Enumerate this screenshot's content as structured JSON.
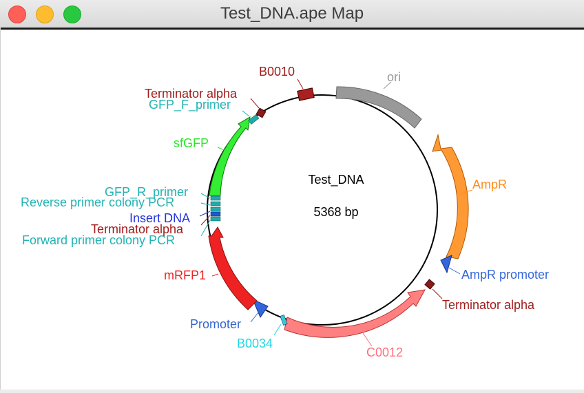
{
  "window": {
    "title": "Test_DNA.ape Map"
  },
  "plasmid": {
    "name": "Test_DNA",
    "length_label": "5368 bp",
    "length_bp": 5368,
    "backbone_color": "#000000"
  },
  "features": [
    {
      "id": "ori",
      "label": "ori",
      "type": "rep_origin",
      "color": "#999999",
      "label_color": "#999999"
    },
    {
      "id": "AmpR",
      "label": "AmpR",
      "type": "CDS",
      "color": "#ff9933",
      "label_color": "#ff8c1a"
    },
    {
      "id": "AmpR_promoter",
      "label": "AmpR promoter",
      "type": "promoter",
      "color": "#3366dd",
      "label_color": "#3366dd"
    },
    {
      "id": "Terminator_alpha_1",
      "label": "Terminator alpha",
      "type": "terminator",
      "color": "#8b1a1a",
      "label_color": "#a01c1c"
    },
    {
      "id": "C0012",
      "label": "C0012",
      "type": "CDS",
      "color": "#ff8080",
      "label_color": "#ff6f7f"
    },
    {
      "id": "B0034",
      "label": "B0034",
      "type": "RBS",
      "color": "#33cccc",
      "label_color": "#22d6e6"
    },
    {
      "id": "Promoter",
      "label": "Promoter",
      "type": "promoter",
      "color": "#3366dd",
      "label_color": "#3366cc"
    },
    {
      "id": "mRFP1",
      "label": "mRFP1",
      "type": "CDS",
      "color": "#ee2222",
      "label_color": "#ee2222"
    },
    {
      "id": "Forward_primer_colony_PCR",
      "label": "Forward primer colony PCR",
      "type": "primer",
      "color": "#22aaaa",
      "label_color": "#22b3b3"
    },
    {
      "id": "Terminator_alpha_2",
      "label": "Terminator alpha",
      "type": "terminator",
      "color": "#8b1a1a",
      "label_color": "#a01c1c"
    },
    {
      "id": "Insert_DNA",
      "label": "Insert DNA",
      "type": "misc",
      "color": "#2233ee",
      "label_color": "#2233dd"
    },
    {
      "id": "Reverse_primer_colony_PCR",
      "label": "Reverse primer colony PCR",
      "type": "primer",
      "color": "#22aaaa",
      "label_color": "#22b3b3"
    },
    {
      "id": "GFP_R_primer",
      "label": "GFP_R_primer",
      "type": "primer",
      "color": "#22aaaa",
      "label_color": "#22b3b3"
    },
    {
      "id": "sfGFP",
      "label": "sfGFP",
      "type": "CDS",
      "color": "#33ee33",
      "label_color": "#2de62d"
    },
    {
      "id": "GFP_F_primer",
      "label": "GFP_F_primer",
      "type": "primer",
      "color": "#22aaaa",
      "label_color": "#22b3b3"
    },
    {
      "id": "Terminator_alpha_3",
      "label": "Terminator alpha",
      "type": "terminator",
      "color": "#8b1a1a",
      "label_color": "#a01c1c"
    },
    {
      "id": "B0010",
      "label": "B0010",
      "type": "terminator",
      "color": "#aa1f1f",
      "label_color": "#a01c1c"
    }
  ]
}
